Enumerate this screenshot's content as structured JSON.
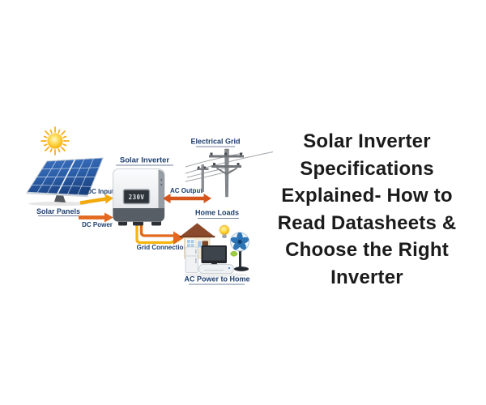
{
  "title": {
    "lines": [
      "Solar Inverter",
      "Specifications",
      "Explained- How to",
      "Read Datasheets &",
      "Choose the Right",
      "Inverter"
    ],
    "color": "#1b1b1b"
  },
  "diagram": {
    "labels": {
      "solar_panels": "Solar Panels",
      "solar_inverter": "Solar Inverter",
      "electrical_grid": "Electrical Grid",
      "home_loads": "Home Loads",
      "ac_power_to_home": "AC Power to Home"
    },
    "flow_labels": {
      "dc_input": "DC Input",
      "dc_power": "DC Power",
      "ac_output": "AC Output",
      "grid_connection": "Grid Connection"
    },
    "inverter": {
      "display_value": "230V"
    },
    "icons": [
      "sun-icon",
      "solar-panel-icon",
      "inverter-icon",
      "power-pole-icon",
      "house-icon",
      "light-bulb-icon",
      "fan-icon",
      "refrigerator-icon",
      "tv-icon",
      "ac-unit-icon"
    ],
    "colors": {
      "label_text": "#1d3f6e",
      "label_underline": "#71829c",
      "dc_input_yellow": "#f2a90c",
      "dc_power_orange": "#e2691f",
      "ac_output_orange": "#d4561c",
      "panel_blue": "#2b5ea8",
      "sun_yellow": "#fbbc1f",
      "inverter_body_gray": "#dcdfe3",
      "title_text": "#1b1b1b",
      "background": "#ffffff"
    }
  }
}
